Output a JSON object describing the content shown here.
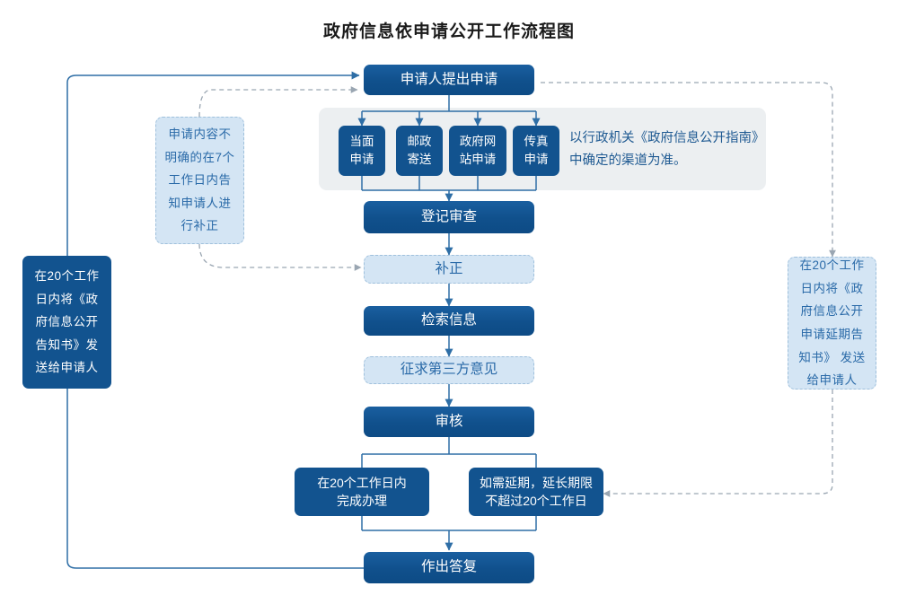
{
  "title": "政府信息依申请公开工作流程图",
  "colors": {
    "dark_box": "#12538f",
    "light_box": "#d4e5f4",
    "light_box_text": "#2a6aa8",
    "band": "#eceff1",
    "connector": "#2e6ea6",
    "dashed_connector": "#9aa6b2"
  },
  "nodes": {
    "start": {
      "label": "申请人提出申请"
    },
    "channels": [
      {
        "label": "当面\n申请"
      },
      {
        "label": "邮政\n寄送"
      },
      {
        "label": "政府网\n站申请"
      },
      {
        "label": "传真\n申请"
      }
    ],
    "channel_note": "以行政机关《政府信息公开指南》\n中确定的渠道为准。",
    "register": {
      "label": "登记审查"
    },
    "supplement": {
      "label": "补正"
    },
    "retrieve": {
      "label": "检索信息"
    },
    "third_party": {
      "label": "征求第三方意见"
    },
    "review": {
      "label": "审核"
    },
    "branch_left": {
      "label": "在20个工作日内\n完成办理"
    },
    "branch_right": {
      "label": "如需延期，延长期限\n不超过20个工作日"
    },
    "reply": {
      "label": "作出答复"
    },
    "note_left_top": {
      "label": "申请内容不\n明确的在7个\n工作日内告\n知申请人进\n行补正"
    },
    "note_left_side": {
      "label": "在20个工作\n日内将《政\n府信息公开\n告知书》发\n送给申请人"
    },
    "note_right_side": {
      "label": "在20个工作\n日内将《政\n府信息公开\n申请延期告\n知书》 发送\n给申请人"
    }
  }
}
